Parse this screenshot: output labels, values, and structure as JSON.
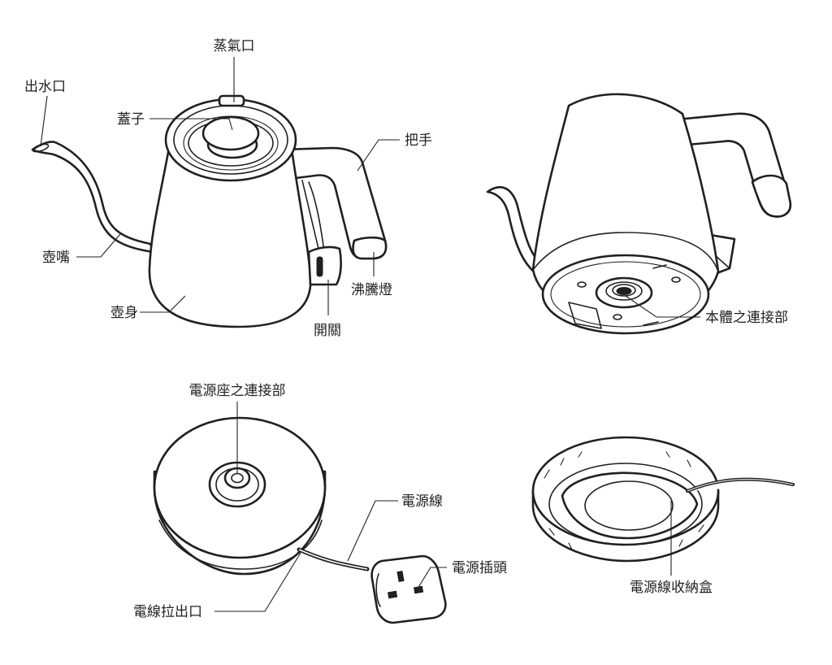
{
  "labels": {
    "steam_vent": "蒸氣口",
    "spout_outlet": "出水口",
    "lid": "蓋子",
    "handle": "把手",
    "spout": "壺嘴",
    "boil_light": "沸騰燈",
    "body": "壺身",
    "switch": "開關",
    "body_connector": "本體之連接部",
    "base_connector": "電源座之連接部",
    "power_cord": "電源線",
    "power_plug": "電源插頭",
    "cord_outlet": "電線拉出口",
    "cord_storage": "電源線收納盒"
  },
  "colors": {
    "line": "#231f20",
    "background": "#ffffff"
  }
}
